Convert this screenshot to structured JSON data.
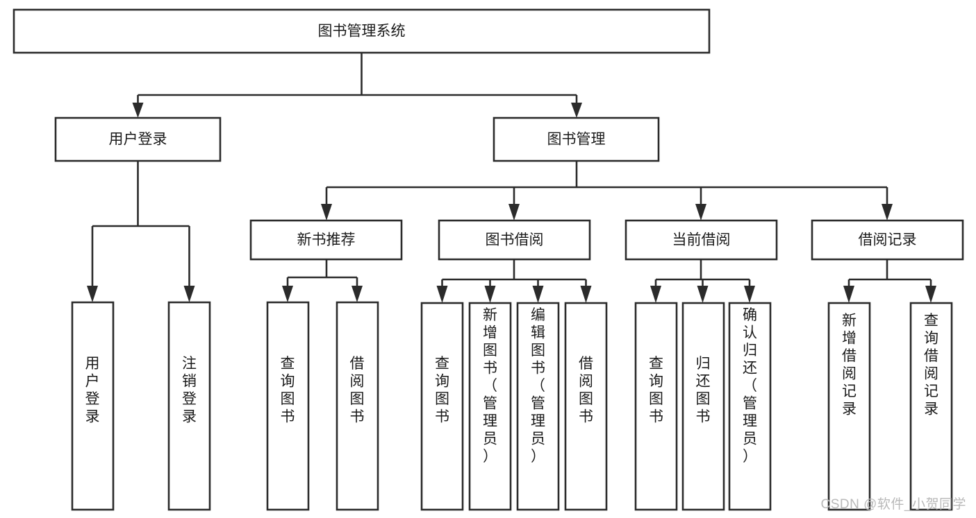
{
  "diagram": {
    "type": "tree-flowchart",
    "title": "图书管理系统",
    "orientation": "top-down",
    "watermark": "CSDN @软件_小贺同学",
    "colors": {
      "node_fill": "#ffffff",
      "node_stroke": "#2b2b2b",
      "text": "#1a1a1a",
      "watermark": "#b9b9b9",
      "background": "#ffffff"
    },
    "nodes": {
      "root": {
        "label": "图书管理系统",
        "orientation": "horizontal"
      },
      "level1": [
        {
          "id": "user-login",
          "label": "用户登录",
          "orientation": "horizontal"
        },
        {
          "id": "book-manage",
          "label": "图书管理",
          "orientation": "horizontal"
        }
      ],
      "level2": [
        {
          "id": "new-book-recommend",
          "label": "新书推荐",
          "orientation": "horizontal"
        },
        {
          "id": "book-borrow",
          "label": "图书借阅",
          "orientation": "horizontal"
        },
        {
          "id": "current-borrow",
          "label": "当前借阅",
          "orientation": "horizontal"
        },
        {
          "id": "borrow-record",
          "label": "借阅记录",
          "orientation": "horizontal"
        }
      ],
      "leaves": {
        "user-login": [
          {
            "id": "leaf-user-login",
            "label": "用户登录",
            "orientation": "vertical"
          },
          {
            "id": "leaf-user-logout",
            "label": "注销登录",
            "orientation": "vertical"
          }
        ],
        "new-book-recommend": [
          {
            "id": "leaf-query-book-1",
            "label": "查询图书",
            "orientation": "vertical"
          },
          {
            "id": "leaf-borrow-book-1",
            "label": "借阅图书",
            "orientation": "vertical"
          }
        ],
        "book-borrow": [
          {
            "id": "leaf-query-book-2",
            "label": "查询图书",
            "orientation": "vertical"
          },
          {
            "id": "leaf-add-book",
            "label": "新增图书（管理员）",
            "orientation": "vertical"
          },
          {
            "id": "leaf-edit-book",
            "label": "编辑图书（管理员）",
            "orientation": "vertical"
          },
          {
            "id": "leaf-borrow-book-2",
            "label": "借阅图书",
            "orientation": "vertical"
          }
        ],
        "current-borrow": [
          {
            "id": "leaf-query-book-3",
            "label": "查询图书",
            "orientation": "vertical"
          },
          {
            "id": "leaf-return-book",
            "label": "归还图书",
            "orientation": "vertical"
          },
          {
            "id": "leaf-confirm-return",
            "label": "确认归还（管理员）",
            "orientation": "vertical"
          }
        ],
        "borrow-record": [
          {
            "id": "leaf-add-record",
            "label": "新增借阅记录",
            "orientation": "vertical"
          },
          {
            "id": "leaf-query-record",
            "label": "查询借阅记录",
            "orientation": "vertical"
          }
        ]
      }
    }
  }
}
